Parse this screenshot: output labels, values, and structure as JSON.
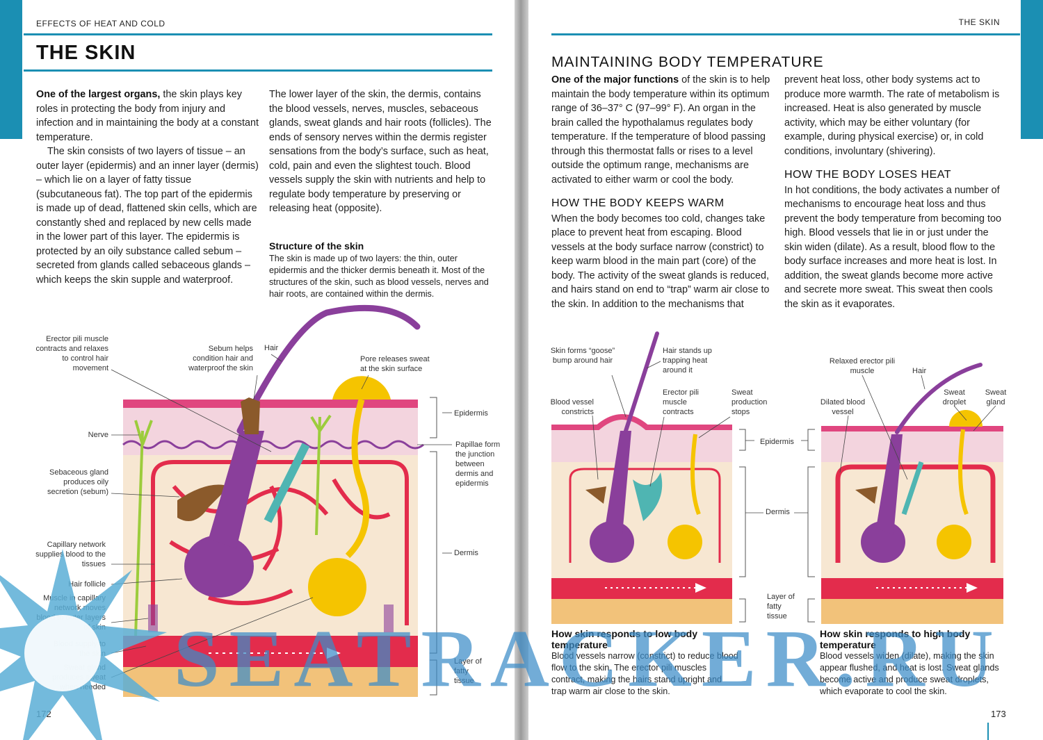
{
  "left_page": {
    "running_head": "EFFECTS OF HEAT AND COLD",
    "title": "THE SKIN",
    "intro_bold": "One of the largest organs,",
    "intro_rest": " the skin plays key roles in protecting the body from injury and infection and in maintaining the body at a constant temperature.",
    "para2": "The skin consists of two layers of tissue – an outer layer (epidermis) and an inner layer (dermis) – which lie on a layer of fatty tissue (subcutaneous fat). The top part of the epidermis is made up of dead, flattened skin cells, which are constantly shed and replaced by new cells made in the lower part of this layer. The epidermis is protected by an oily substance called sebum – secreted from glands called sebaceous glands – which keeps the skin supple and waterproof.",
    "col2_para": "The lower layer of the skin, the dermis, contains the blood vessels, nerves, muscles, sebaceous glands, sweat glands and hair roots (follicles). The ends of sensory nerves within the dermis register sensations from the body’s surface, such as heat, cold, pain and even the slightest touch. Blood vessels supply the skin with nutrients and help to regulate body temperature by preserving or releasing heat (opposite).",
    "caption_title": "Structure of the skin",
    "caption_body": "The skin is made up of two layers: the thin, outer epidermis and the thicker dermis beneath it. Most of the structures of the skin, such as blood vessels, nerves and hair roots, are contained within the dermis.",
    "labels": {
      "erector": "Erector pili muscle contracts and relaxes to control hair movement",
      "sebum": "Sebum helps condition hair and waterproof the skin",
      "hair": "Hair",
      "pore": "Pore releases sweat at the skin surface",
      "nerve": "Nerve",
      "sebaceous": "Sebaceous gland produces oily secretion (sebum)",
      "capillary": "Capillary network supplies blood to the tissues",
      "follicle": "Hair follicle",
      "muscle_cap": "Muscle in capillary network moves blood to outer layers of skin",
      "blood_supply": "Blood supply to the skin",
      "sweat_gland": "Sweat gland produces sweat when needed",
      "epidermis": "Epidermis",
      "papillae": "Papillae form the junction between dermis and epidermis",
      "dermis": "Dermis",
      "fat": "Layer of fatty tissue"
    },
    "page_number": "172"
  },
  "right_page": {
    "running_head": "THE SKIN",
    "section_title": "MAINTAINING BODY TEMPERATURE",
    "intro_bold": "One of the major functions",
    "intro_rest": " of the skin is to help maintain the body temperature within its optimum range of 36–37° C (97–99° F). An organ in the brain called the hypothalamus regulates body temperature. If the temperature of blood passing through this thermostat falls or rises to a level outside the optimum range, mechanisms are activated to either warm or cool the body.",
    "keeps_warm_head": "HOW THE BODY KEEPS WARM",
    "keeps_warm_text": "When the body becomes too cold, changes take place to prevent heat from escaping. Blood vessels at the body surface narrow (constrict) to keep warm blood in the main part (core) of the body. The activity of the sweat glands is reduced, and hairs stand on end to “trap” warm air close to the skin. In addition to the mechanisms that",
    "col2_para": "prevent heat loss, other body systems act to produce more warmth. The rate of metabolism is increased. Heat is also generated by muscle activity, which may be either voluntary (for example, during physical exercise) or, in cold conditions, involuntary (shivering).",
    "loses_heat_head": "HOW THE BODY LOSES HEAT",
    "loses_heat_text": "In hot conditions, the body activates a number of mechanisms to encourage heat loss and thus prevent the body temperature from becoming too high. Blood vessels that lie in or just under the skin widen (dilate). As a result, blood flow to the body surface increases and more heat is lost. In addition, the sweat glands become more active and secrete more sweat. This sweat then cools the skin as it evaporates.",
    "cold_caption_title": "How skin responds to low body temperature",
    "cold_caption_body": "Blood vessels narrow (constrict) to reduce blood flow to the skin. The erector pili muscles contract, making the hairs stand upright and trap warm air close to the skin.",
    "hot_caption_title": "How skin responds to high body temperature",
    "hot_caption_body": "Blood vessels widen (dilate), making the skin appear flushed, and heat is lost. Sweat glands become active and produce sweat droplets, which evaporate to cool the skin.",
    "labels": {
      "goose": "Skin forms “goose” bump around hair",
      "hair_up": "Hair stands up trapping heat around it",
      "constricts": "Blood vessel constricts",
      "erector_contracts": "Erector pili muscle contracts",
      "sweat_stops": "Sweat production stops",
      "epidermis": "Epidermis",
      "dermis": "Dermis",
      "fat": "Layer of fatty tissue",
      "relaxed": "Relaxed erector pili muscle",
      "hair": "Hair",
      "dilated": "Dilated blood vessel",
      "droplet": "Sweat droplet",
      "gland": "Sweat gland"
    },
    "page_number": "173"
  },
  "watermark": "SEATRACKER.RU",
  "colors": {
    "accent": "#1b8fb3",
    "epidermis": "#f3d4de",
    "dermis": "#f7e7d2",
    "blood": "#e32c4c",
    "hair": "#8a3f9b",
    "sweat": "#f5c400",
    "muscle": "#4fb5b2",
    "nerve": "#9ccc3c",
    "sebum": "#8b5a2b",
    "fat": "#f2c27a"
  }
}
